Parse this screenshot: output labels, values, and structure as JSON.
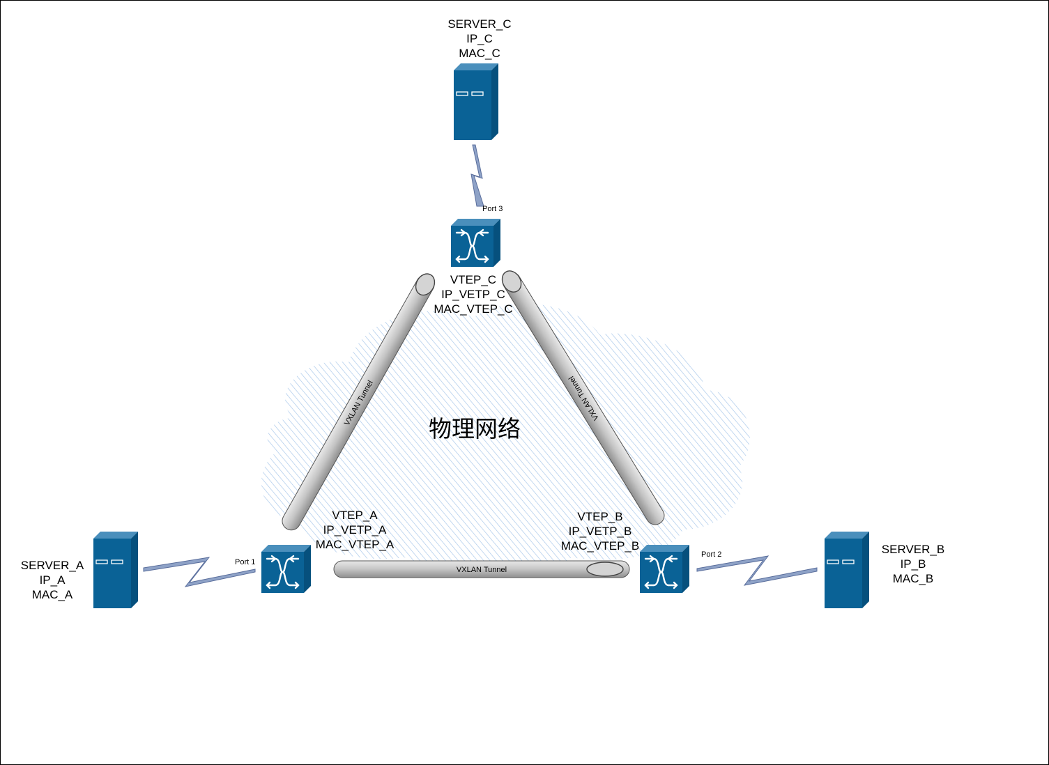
{
  "colors": {
    "device_front": "#0A6296",
    "device_top": "#4A8FBC",
    "device_side": "#06507D",
    "cloud_hatch": "#A9C8EA",
    "link": "#8EA2C7",
    "link_stroke": "#5A6E9C",
    "tunnel_fill": "#C8C8C8",
    "tunnel_stroke": "#555555"
  },
  "cloud": {
    "label": "物理网络"
  },
  "servers": [
    {
      "id": "server-c",
      "icon": "server-icon",
      "lines": [
        "SERVER_C",
        "IP_C",
        "MAC_C"
      ]
    },
    {
      "id": "server-a",
      "icon": "server-icon",
      "lines": [
        "SERVER_A",
        "IP_A",
        "MAC_A"
      ]
    },
    {
      "id": "server-b",
      "icon": "server-icon",
      "lines": [
        "SERVER_B",
        "IP_B",
        "MAC_B"
      ]
    }
  ],
  "switches": [
    {
      "id": "vtep-c",
      "icon": "switch-icon",
      "lines": [
        "VTEP_C",
        "IP_VETP_C",
        "MAC_VTEP_C"
      ],
      "port": "Port 3"
    },
    {
      "id": "vtep-a",
      "icon": "switch-icon",
      "lines": [
        "VTEP_A",
        "IP_VETP_A",
        "MAC_VTEP_A"
      ],
      "port": "Port 1"
    },
    {
      "id": "vtep-b",
      "icon": "switch-icon",
      "lines": [
        "VTEP_B",
        "IP_VETP_B",
        "MAC_VTEP_B"
      ],
      "port": "Port 2"
    }
  ],
  "tunnels": [
    {
      "id": "tunnel-ac",
      "label": "VXLAN Tunnel"
    },
    {
      "id": "tunnel-cb",
      "label": "VXLAN Tunnel"
    },
    {
      "id": "tunnel-ab",
      "label": "VXLAN Tunnel"
    }
  ]
}
